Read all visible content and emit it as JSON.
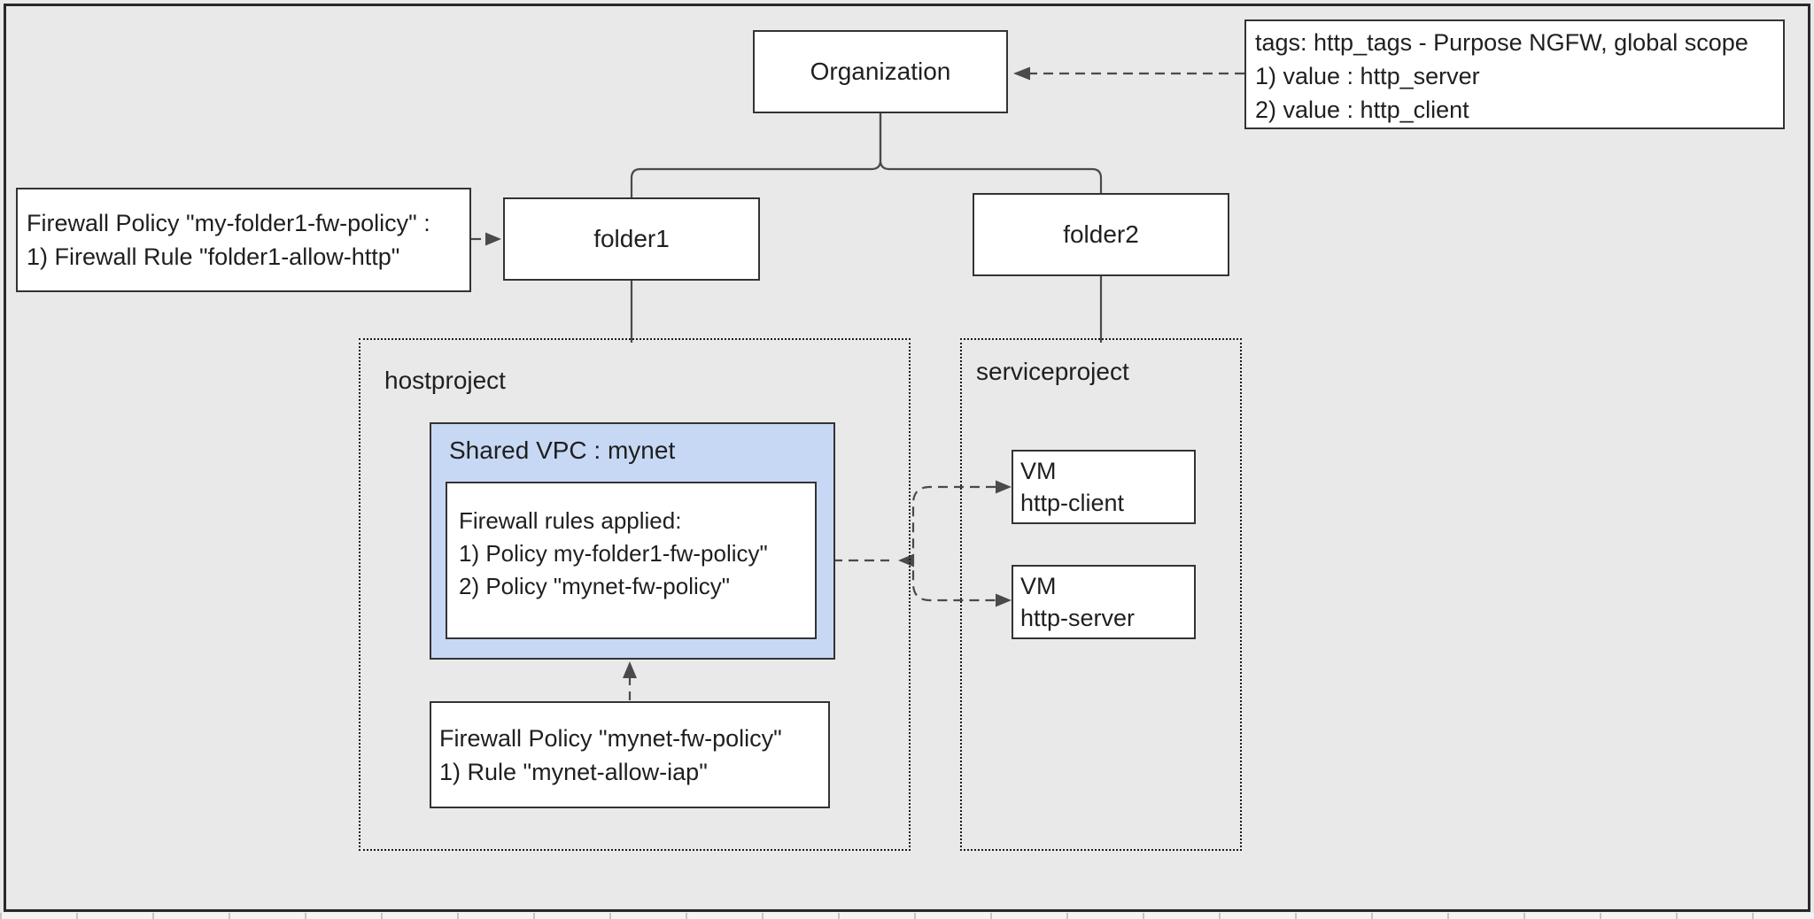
{
  "colors": {
    "canvas_background": "#e9e9e9",
    "frame_border": "#282828",
    "box_border": "#333333",
    "vpc_fill": "#c7d8f4",
    "connector": "#4a4a4a",
    "text": "#1f1f1f"
  },
  "nodes": {
    "organization": {
      "label": "Organization"
    },
    "folder1": {
      "label": "folder1"
    },
    "folder2": {
      "label": "folder2"
    },
    "hostproject": {
      "label": "hostproject"
    },
    "serviceproject": {
      "label": "serviceproject"
    },
    "shared_vpc": {
      "label": "Shared VPC : mynet"
    },
    "tags_note": {
      "lines": [
        "tags: http_tags - Purpose NGFW, global scope",
        "1) value : http_server",
        "2) value : http_client"
      ]
    },
    "fw_policy_folder1_note": {
      "lines": [
        "Firewall Policy \"my-folder1-fw-policy\" :",
        "1) Firewall Rule \"folder1-allow-http\""
      ]
    },
    "firewall_rules_applied": {
      "lines": [
        "Firewall rules applied:",
        "1) Policy my-folder1-fw-policy\"",
        "2) Policy \"mynet-fw-policy\""
      ]
    },
    "fw_policy_mynet_note": {
      "lines": [
        "Firewall Policy \"mynet-fw-policy\"",
        "1) Rule \"mynet-allow-iap\""
      ]
    },
    "vm_http_client": {
      "lines": [
        "VM",
        "http-client"
      ]
    },
    "vm_http_server": {
      "lines": [
        "VM",
        "http-server"
      ]
    }
  }
}
